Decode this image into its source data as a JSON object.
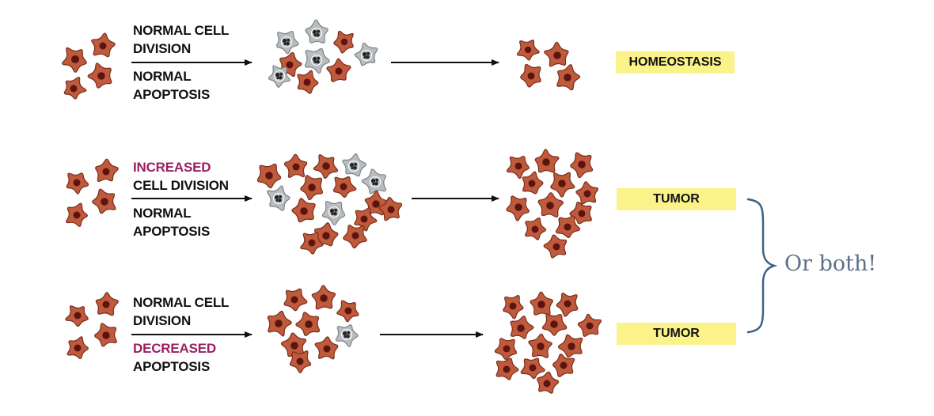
{
  "rows": [
    {
      "label_lines": [
        {
          "text": "NORMAL CELL",
          "highlight": false
        },
        {
          "text": "DIVISION",
          "highlight": false
        },
        {
          "text": "NORMAL",
          "highlight": false
        },
        {
          "text": "APOPTOSIS",
          "highlight": false
        }
      ],
      "outcome": "HOMEOSTASIS"
    },
    {
      "label_lines": [
        {
          "text": "INCREASED",
          "highlight": true
        },
        {
          "text": "CELL DIVISION",
          "highlight": false
        },
        {
          "text": "NORMAL",
          "highlight": false
        },
        {
          "text": "APOPTOSIS",
          "highlight": false
        }
      ],
      "outcome": "TUMOR"
    },
    {
      "label_lines": [
        {
          "text": "NORMAL CELL",
          "highlight": false
        },
        {
          "text": "DIVISION",
          "highlight": false
        },
        {
          "text": "DECREASED",
          "highlight": true
        },
        {
          "text": "APOPTOSIS",
          "highlight": false
        }
      ],
      "outcome": "TUMOR"
    }
  ],
  "brace_label": "Or both!",
  "colors": {
    "cell_fill": "#bf5a3c",
    "cell_stroke": "#7a2d1b",
    "nucleus": "#5c1410",
    "apoptotic_fill": "#b9bdbf",
    "apoptotic_stroke": "#7c8386",
    "highlight_text": "#9b1f63",
    "outcome_bg": "#fbf28a",
    "brace": "#3d6283",
    "brace_text": "#5b7086"
  }
}
